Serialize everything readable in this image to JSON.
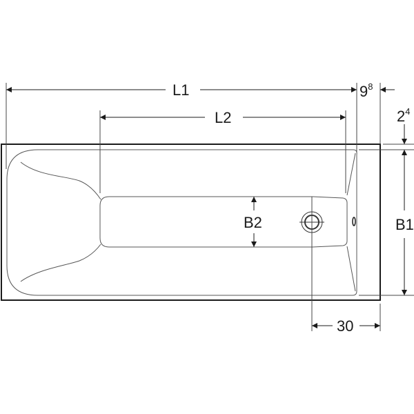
{
  "diagram": {
    "type": "technical-drawing",
    "subject": "bathtub top view with dimensions",
    "colors": {
      "line": "#1a1a1a",
      "thin_line": "#555555",
      "background": "#ffffff"
    },
    "dimensions": {
      "L1": {
        "label": "L1"
      },
      "L2": {
        "label": "L2"
      },
      "B1": {
        "label": "B1"
      },
      "B2": {
        "label": "B2"
      },
      "rim_side": {
        "base": "9",
        "sup": "8"
      },
      "rim_top": {
        "base": "2",
        "sup": "4"
      },
      "drain_offset": {
        "label": "30"
      }
    }
  }
}
